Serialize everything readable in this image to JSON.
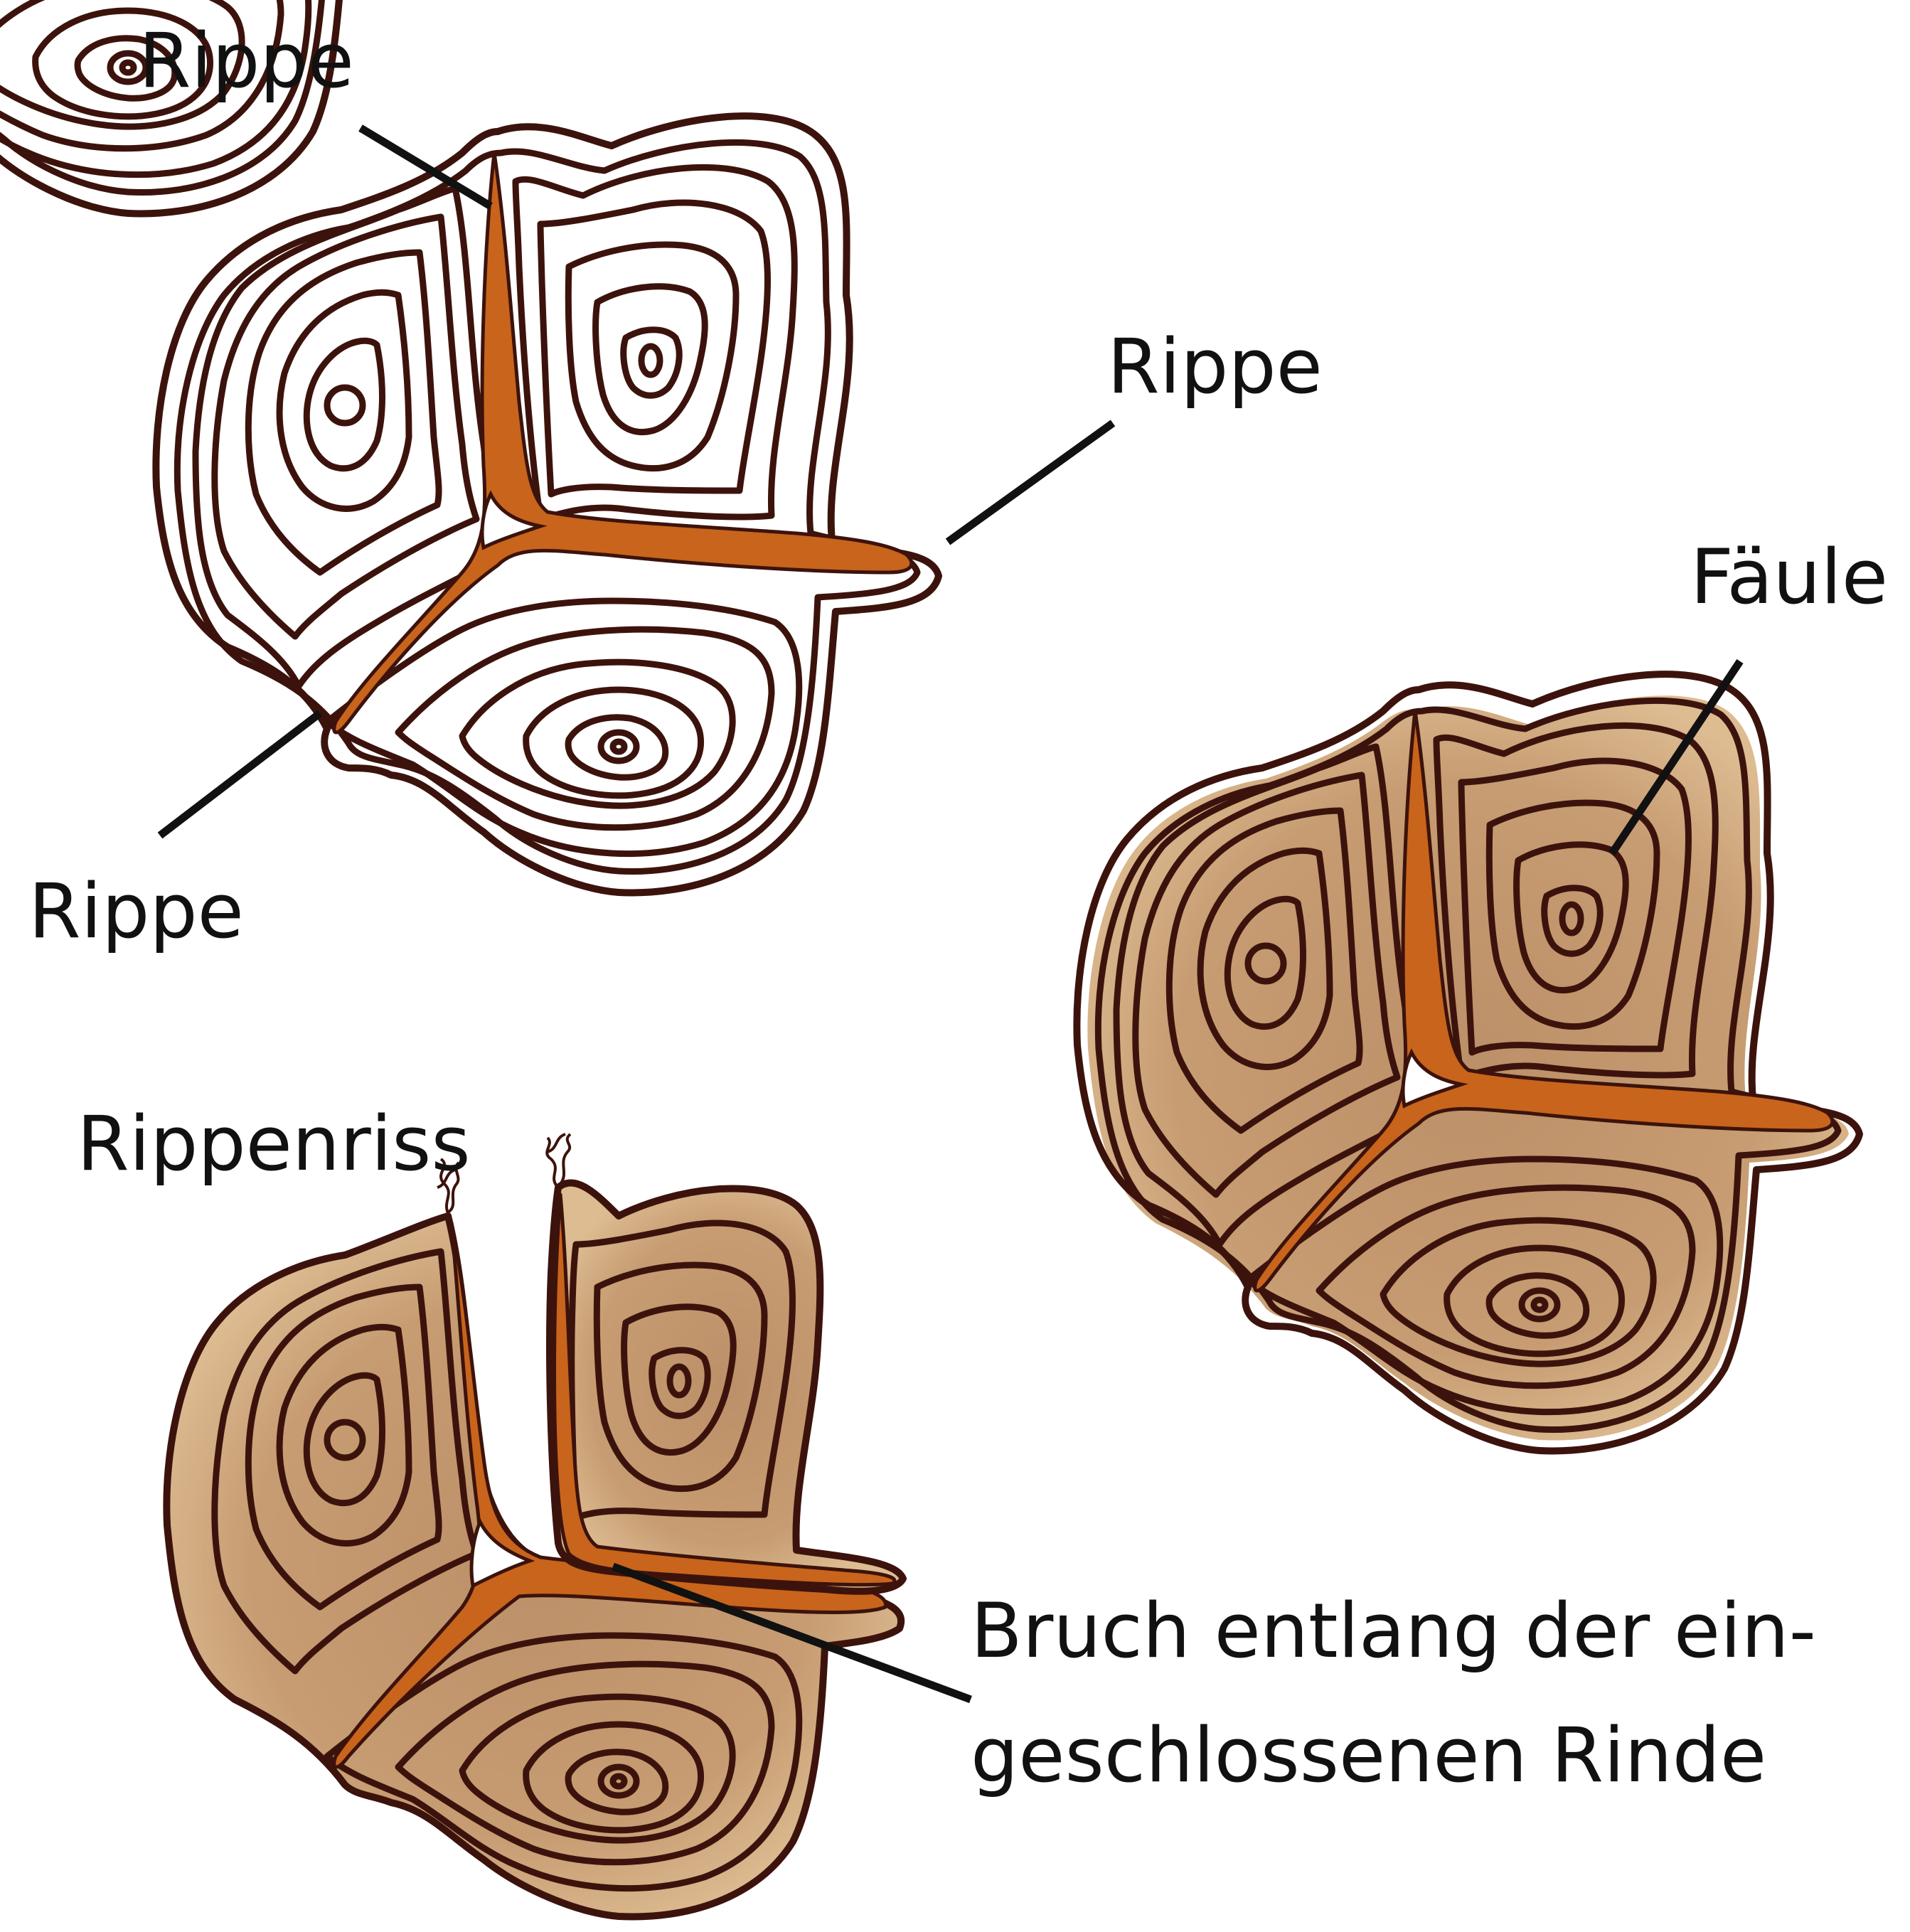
{
  "labels": {
    "rib_top": "Rippe",
    "rib_right": "Rippe",
    "rib_left": "Rippe",
    "decay": "Fäule",
    "rib_crack": "Rippenriss",
    "fracture_line1": "Bruch entlang der ein-",
    "fracture_line2": "geschlossenen Rinde"
  },
  "colors": {
    "wood_healthy": "#fbe9c4",
    "wood_decay": "#b98a5f",
    "ring_line": "#3c130c",
    "included_bark": "#c8641c",
    "pointer": "#111111",
    "background": "#ffffff"
  },
  "cross_sections": [
    {
      "id": "healthy",
      "condition": "healthy"
    },
    {
      "id": "decayed",
      "condition": "decayed"
    },
    {
      "id": "cracked",
      "condition": "cracked"
    }
  ]
}
